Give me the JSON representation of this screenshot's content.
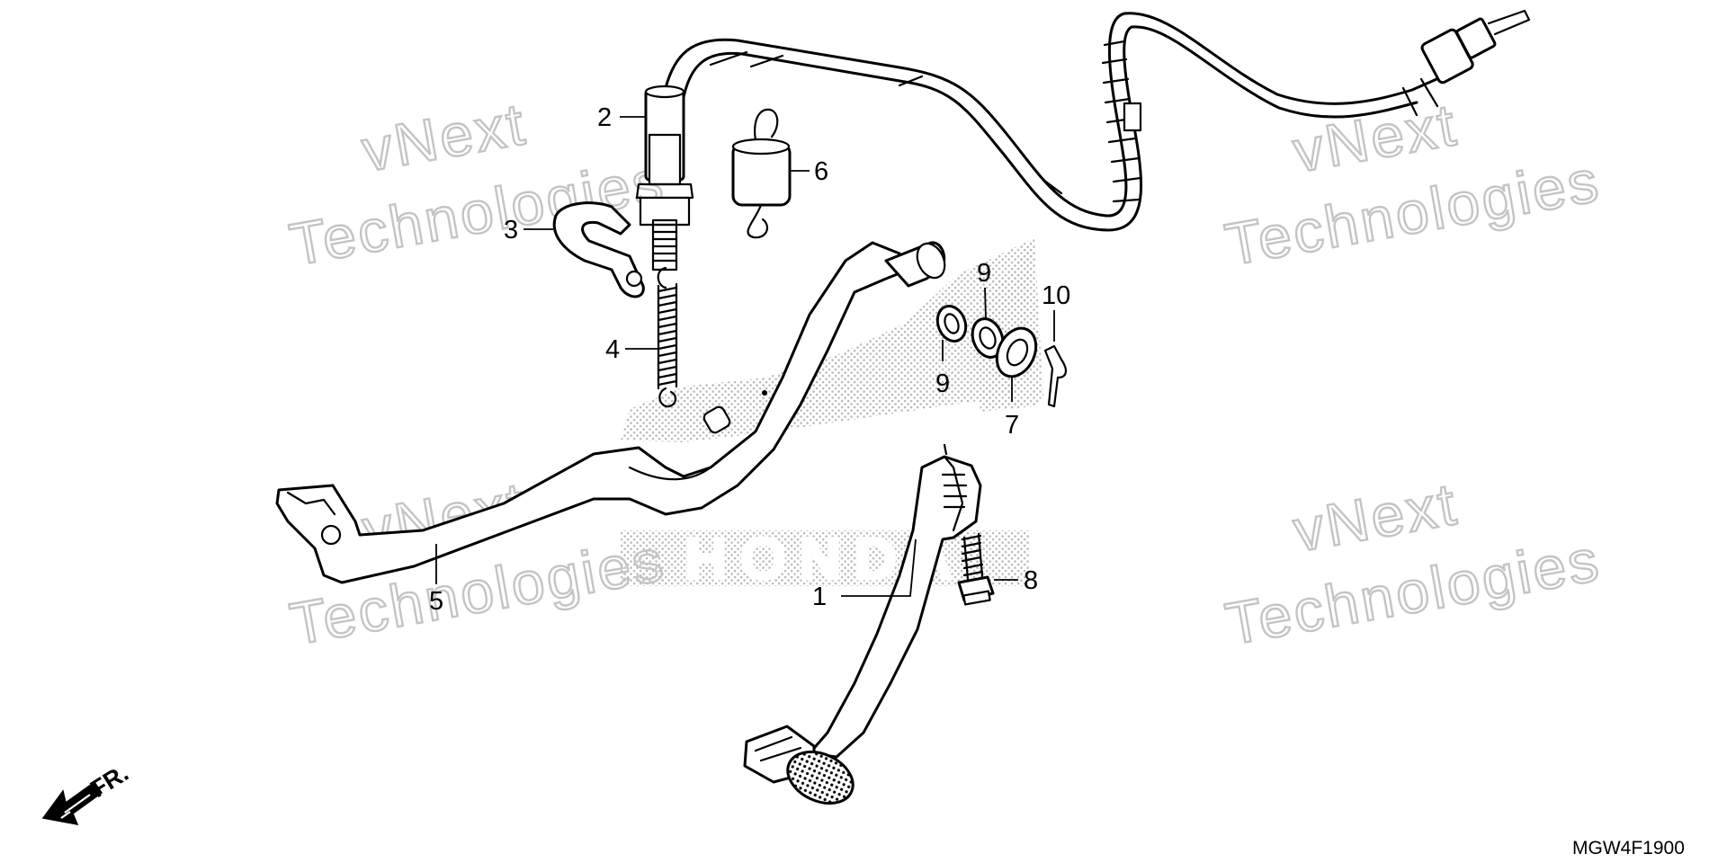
{
  "diagram": {
    "code": "MGW4F1900",
    "front_mark": "FR.",
    "watermark": {
      "line1": "vNext",
      "line2": "Technologies"
    },
    "brand_mark": "HONDA",
    "callouts": [
      {
        "id": "c1",
        "label": "1"
      },
      {
        "id": "c2",
        "label": "2"
      },
      {
        "id": "c3",
        "label": "3"
      },
      {
        "id": "c4",
        "label": "4"
      },
      {
        "id": "c5",
        "label": "5"
      },
      {
        "id": "c6",
        "label": "6"
      },
      {
        "id": "c7",
        "label": "7"
      },
      {
        "id": "c8",
        "label": "8"
      },
      {
        "id": "c9a",
        "label": "9"
      },
      {
        "id": "c9b",
        "label": "9"
      },
      {
        "id": "c10",
        "label": "10"
      }
    ]
  }
}
